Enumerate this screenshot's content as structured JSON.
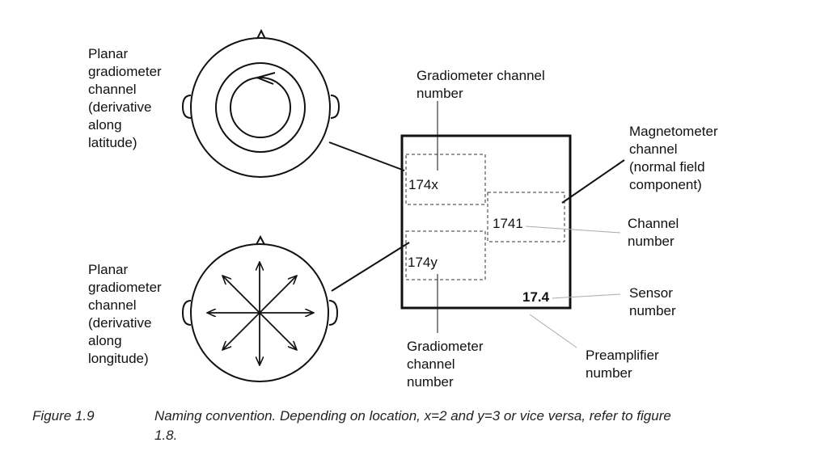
{
  "labels": {
    "planar_latitude": "Planar\ngradiometer\nchannel\n(derivative\nalong\nlatitude)",
    "planar_longitude": "Planar\ngradiometer\nchannel\n(derivative\nalong\nlongitude)",
    "grad_channel_top": "Gradiometer channel\nnumber",
    "grad_channel_bottom": "Gradiometer\nchannel\nnumber",
    "magnetometer": "Magnetometer\nchannel\n(normal field\ncomponent)",
    "channel_number": "Channel\nnumber",
    "sensor_number": "Sensor\nnumber",
    "preamplifier_number": "Preamplifier\nnumber"
  },
  "box": {
    "ch_x": "174x",
    "ch_y": "174y",
    "ch_mag": "1741",
    "sensor": "17.4"
  },
  "caption": {
    "label": "Figure 1.9",
    "text": "Naming convention. Depending on location, x=2 and y=3 or vice versa, refer to figure",
    "text_cont": "1.8."
  }
}
